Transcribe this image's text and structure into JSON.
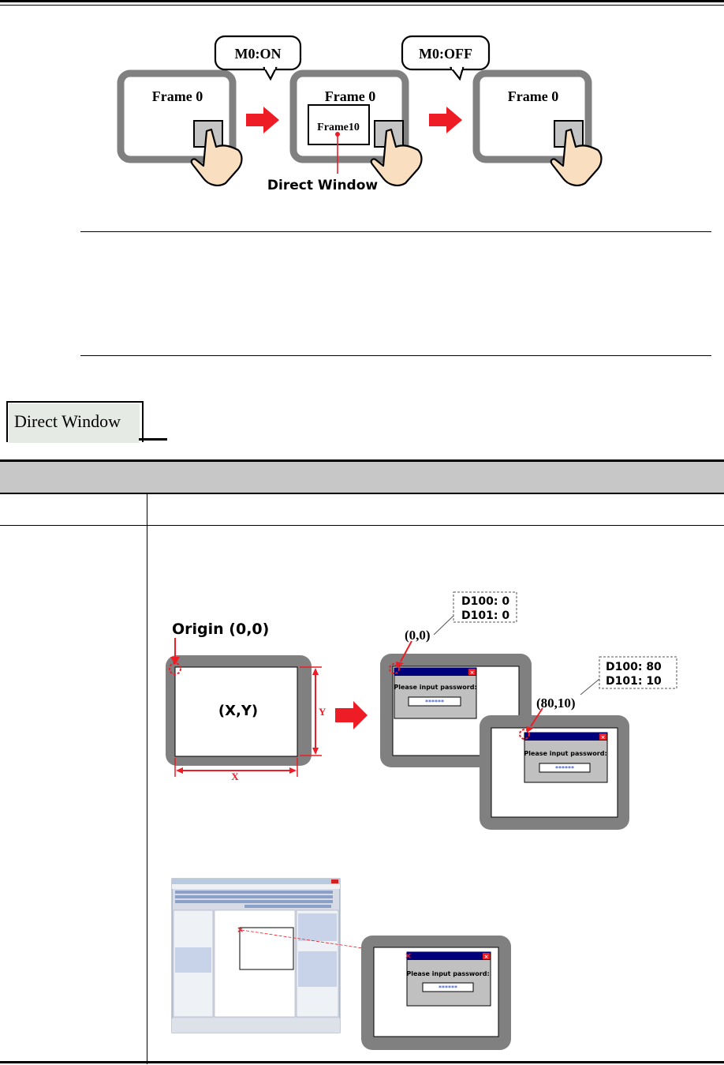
{
  "top_diagram": {
    "bubble_on": "M0:ON",
    "bubble_off": "M0:OFF",
    "frame_label": "Frame 0",
    "subframe_label": "Frame10",
    "caption": "Direct Window"
  },
  "section_tab": {
    "label": "Direct Window"
  },
  "position_diagram": {
    "origin_label": "Origin (0,0)",
    "xy_label": "(X,Y)",
    "axis_x": "X",
    "axis_y": "Y",
    "callout1_line1": "D100: 0",
    "callout1_line2": "D101: 0",
    "coord1": "(0,0)",
    "callout2_line1": "D100: 80",
    "callout2_line2": "D101: 10",
    "coord2": "(80,10)",
    "password_prompt": "Please input password:",
    "password_value": "******"
  },
  "colors": {
    "arrow_red": "#ee1c25",
    "frame_gray": "#808080",
    "titlebar_blue": "#00007a",
    "dialog_gray": "#c0c0c0",
    "tab_fill": "#e5eae4",
    "table_header": "#c7c7c7"
  }
}
